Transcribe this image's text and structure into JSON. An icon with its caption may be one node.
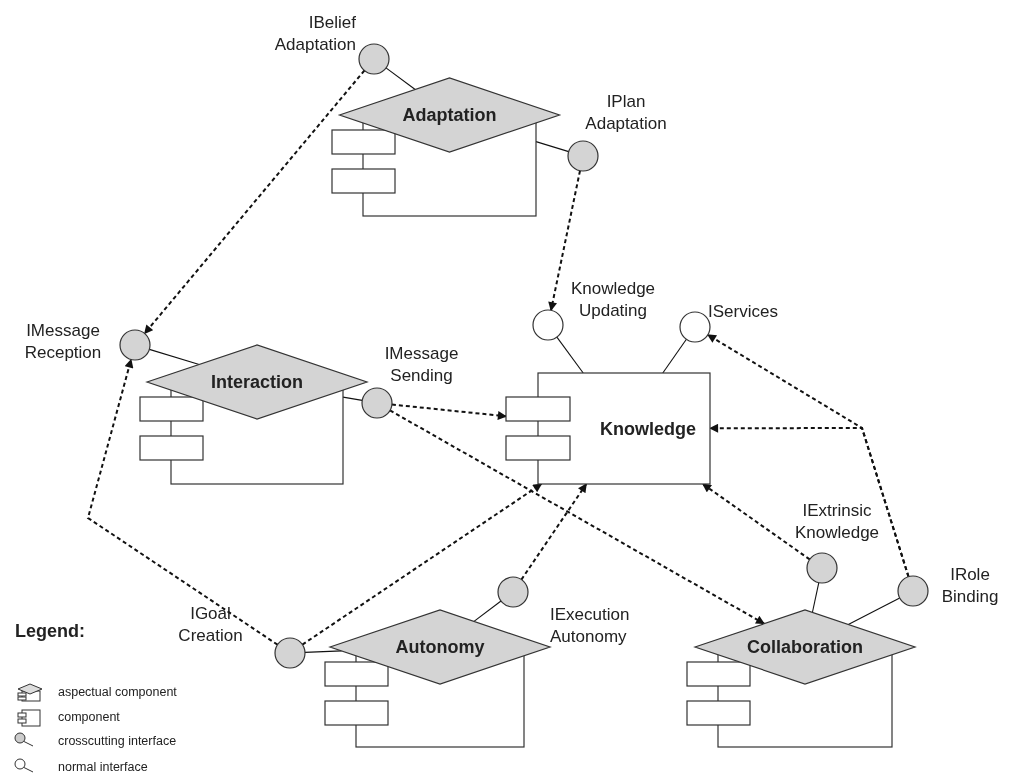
{
  "diagram": {
    "nodes": [
      {
        "text": [
          "IBelief Adaptation"
        ]
      },
      {
        "text": [
          "Adaptation"
        ]
      },
      {
        "text": [
          "IPlan Adaptation"
        ]
      },
      {
        "text": [
          "IMessage Reception"
        ]
      },
      {
        "text": [
          "Interaction"
        ]
      },
      {
        "text": [
          "IMessage Sending"
        ]
      },
      {
        "text": [
          "Knowledge Updating"
        ]
      },
      {
        "text": [
          "IServices"
        ]
      },
      {
        "text": [
          "Knowledge"
        ]
      },
      {
        "text": [
          "IExtrinsic Knowledge"
        ]
      },
      {
        "text": [
          "IGoal Creation"
        ]
      },
      {
        "text": [
          "IExecution Autonomy"
        ]
      },
      {
        "text": [
          "Autonomy"
        ]
      },
      {
        "text": [
          "IRole Binding"
        ]
      },
      {
        "text": [
          "Collaboration"
        ]
      }
    ],
    "edges": [
      {
        "from": 0,
        "to": 1,
        "arrow": "none"
      },
      {
        "from": 2,
        "to": 1,
        "arrow": "none"
      },
      {
        "from": 3,
        "to": 4,
        "arrow": "none"
      },
      {
        "from": 5,
        "to": 4,
        "arrow": "none"
      },
      {
        "from": 6,
        "to": 8,
        "arrow": "none"
      },
      {
        "from": 7,
        "to": 8,
        "arrow": "none"
      },
      {
        "from": 9,
        "to": 14,
        "arrow": "none"
      },
      {
        "from": 13,
        "to": 14,
        "arrow": "none"
      },
      {
        "from": 10,
        "to": 12,
        "arrow": "none"
      },
      {
        "from": 11,
        "to": 12,
        "arrow": "none"
      },
      {
        "from": 0,
        "to": 3,
        "arrow": "to",
        "style": "dashed"
      },
      {
        "from": 2,
        "to": 6,
        "arrow": "to",
        "style": "dashed"
      },
      {
        "from": 5,
        "to": 8,
        "arrow": "to",
        "style": "dashed"
      },
      {
        "from": 5,
        "to": 14,
        "arrow": "to",
        "style": "dashed"
      },
      {
        "from": 10,
        "to": 3,
        "arrow": "to",
        "style": "dashed"
      },
      {
        "from": 10,
        "to": 8,
        "arrow": "to",
        "style": "dashed"
      },
      {
        "from": 11,
        "to": 8,
        "arrow": "to",
        "style": "dashed"
      },
      {
        "from": 9,
        "to": 8,
        "arrow": "to",
        "style": "dashed"
      },
      {
        "from": 13,
        "to": 8,
        "arrow": "to",
        "style": "dashed"
      },
      {
        "from": 13,
        "to": 7,
        "arrow": "to",
        "style": "dashed"
      }
    ],
    "labels": [
      "Legend:"
    ],
    "legend": [
      {
        "text": "aspectual component"
      },
      {
        "text": "component"
      },
      {
        "text": "crosscutting interface"
      },
      {
        "text": "normal interface"
      }
    ]
  }
}
